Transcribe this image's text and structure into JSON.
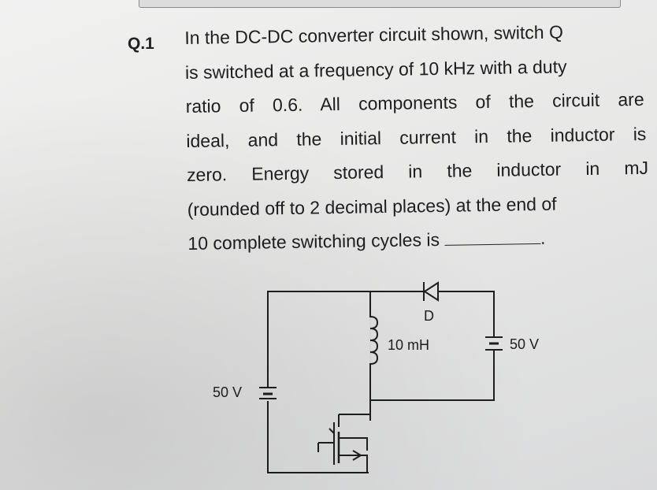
{
  "question": {
    "number": "Q.1",
    "lines": [
      "In the DC-DC converter circuit shown, switch Q",
      "is switched at a frequency of 10 kHz with a duty",
      "ratio of 0.6. All components of the circuit are",
      "ideal, and the initial current in the inductor is",
      "zero. Energy stored in the inductor in mJ",
      "(rounded off to 2 decimal places) at the end of",
      "10 complete switching cycles is"
    ],
    "trailing_punctuation": "."
  },
  "circuit": {
    "diode_label": "D",
    "inductor_label": "10 mH",
    "source_label": "50 V",
    "output_label": "50 V"
  }
}
